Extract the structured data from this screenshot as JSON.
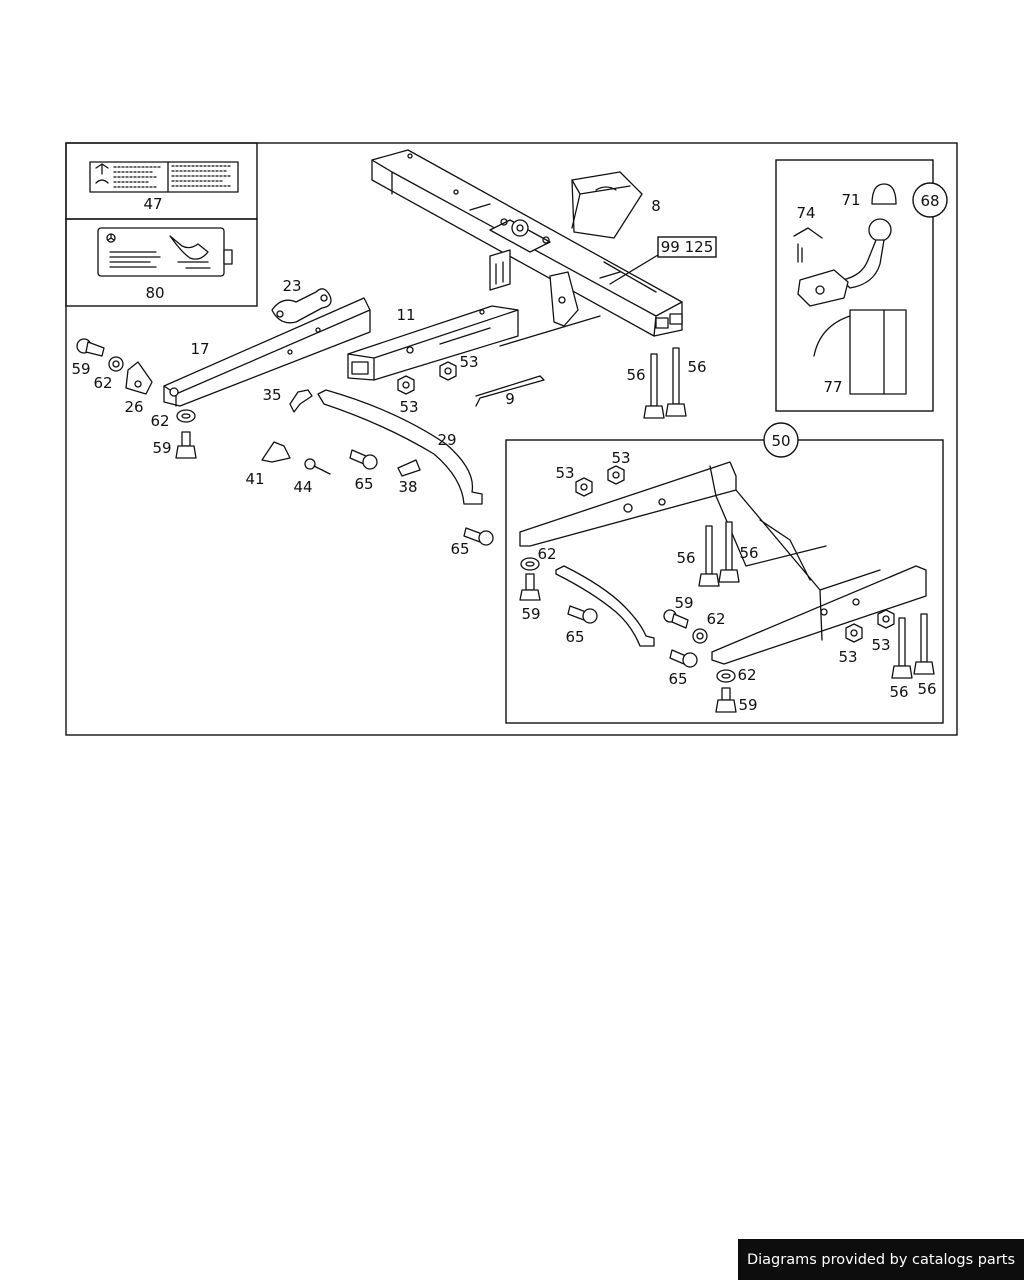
{
  "credit": "Diagrams provided by catalogs parts",
  "reference_box": "99 125",
  "subassemblies": {
    "tow_ball_kit": "68",
    "crossmember_kit": "50"
  },
  "callouts": {
    "c47": "47",
    "c80": "80",
    "c8": "8",
    "c23": "23",
    "c11": "11",
    "c17": "17",
    "c59a": "59",
    "c62a": "62",
    "c26": "26",
    "c53a": "53",
    "c53b": "53",
    "c35": "35",
    "c9": "9",
    "c56a": "56",
    "c56b": "56",
    "c62b": "62",
    "c59b": "59",
    "c29": "29",
    "c41": "41",
    "c44": "44",
    "c65a": "65",
    "c38": "38",
    "c65b": "65",
    "c74": "74",
    "c71": "71",
    "c77": "77",
    "k53a": "53",
    "k53b": "53",
    "k62a": "62",
    "k56a": "56",
    "k56b": "56",
    "k59a": "59",
    "k59b": "59",
    "k62b": "62",
    "k65a": "65",
    "k65b": "65",
    "k53c": "53",
    "k53d": "53",
    "k62c": "62",
    "k59c": "59",
    "k56c": "56",
    "k56d": "56"
  }
}
